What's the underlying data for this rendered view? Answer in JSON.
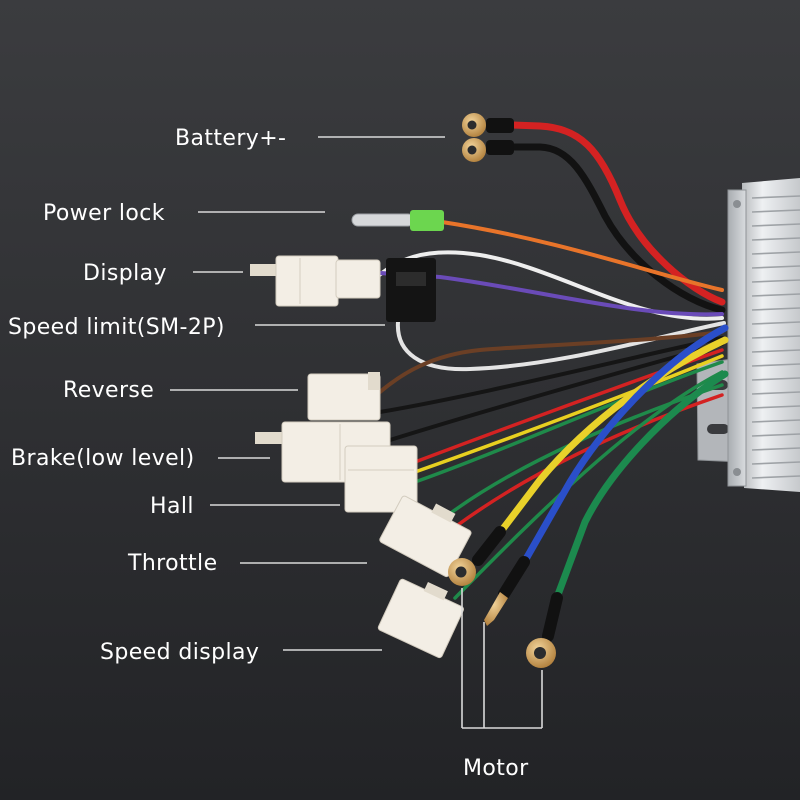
{
  "labels": {
    "battery": "Battery+-",
    "power_lock": "Power lock",
    "display": "Display",
    "speed_limit": "Speed limit(SM-2P)",
    "reverse": "Reverse",
    "brake": "Brake(low level)",
    "hall": "Hall",
    "throttle": "Throttle",
    "speed_display": "Speed display",
    "motor": "Motor"
  },
  "colors": {
    "label_text": "#ffffff",
    "leader_line": "#d9d9d9"
  }
}
